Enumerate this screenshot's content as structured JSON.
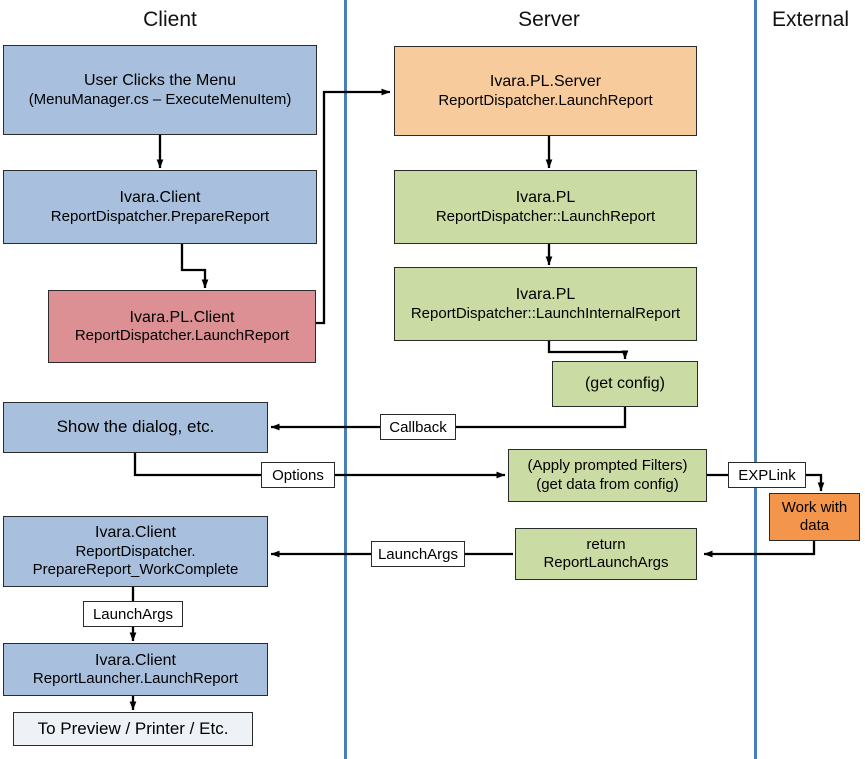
{
  "diagram": {
    "title_lanes": {
      "client": "Client",
      "server": "Server",
      "external": "External"
    },
    "colors": {
      "lane_divider": "#4a7ebb",
      "client_box": "#a8c0dd",
      "server_green_box": "#cbdba4",
      "server_orange_box": "#f8cb9c",
      "client_pl_box": "#dc9093",
      "external_box": "#f3954b",
      "terminal_box": "#eef2f7",
      "stroke": "#2b2b2b"
    },
    "nodes": {
      "user_clicks": {
        "line1": "User Clicks the Menu",
        "line2": "(MenuManager.cs – ExecuteMenuItem)"
      },
      "client_prepare": {
        "line1": "Ivara.Client",
        "line2": "ReportDispatcher.PrepareReport"
      },
      "client_pl_launch": {
        "line1": "Ivara.PL.Client",
        "line2": "ReportDispatcher.LaunchReport"
      },
      "server_pl_server": {
        "line1": "Ivara.PL.Server",
        "line2": "ReportDispatcher.LaunchReport"
      },
      "server_pl_launch": {
        "line1": "Ivara.PL",
        "line2": "ReportDispatcher::LaunchReport"
      },
      "server_pl_internal": {
        "line1": "Ivara.PL",
        "line2": "ReportDispatcher::LaunchInternalReport"
      },
      "get_config": {
        "line1": "(get config)"
      },
      "show_dialog": {
        "line1": "Show the dialog, etc."
      },
      "apply_filters": {
        "line1": "(Apply prompted Filters)",
        "line2": "(get data from config)"
      },
      "work_with_data": {
        "line1": "Work with",
        "line2": "data"
      },
      "return_args": {
        "line1": "return",
        "line2": "ReportLaunchArgs"
      },
      "prepare_work_complete": {
        "line1": "Ivara.Client",
        "line2": "ReportDispatcher.",
        "line3": "PrepareReport_WorkComplete"
      },
      "report_launcher": {
        "line1": "Ivara.Client",
        "line2": "ReportLauncher.LaunchReport"
      },
      "to_preview": {
        "line1": "To Preview / Printer / Etc."
      }
    },
    "edge_labels": {
      "callback": "Callback",
      "options": "Options",
      "explink": "EXPLink",
      "launchargs_return": "LaunchArgs",
      "launchargs_internal": "LaunchArgs"
    }
  }
}
